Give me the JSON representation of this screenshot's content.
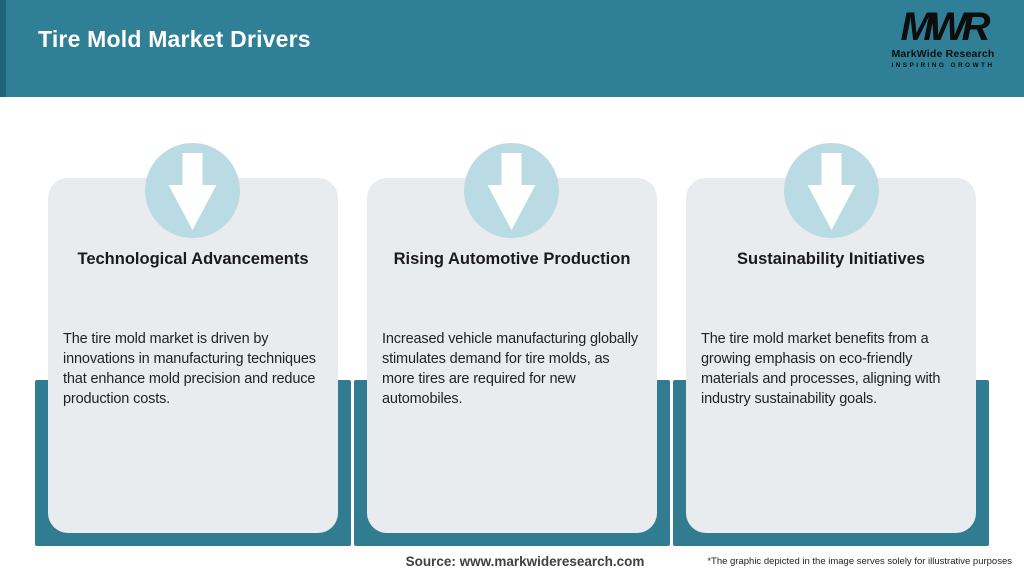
{
  "header": {
    "title": "Tire Mold Market Drivers",
    "logo": {
      "monogram": "MWR",
      "name": "MarkWide Research",
      "tagline": "INSPIRING GROWTH"
    }
  },
  "cards": [
    {
      "title": "Technological Advancements",
      "body": "The tire mold market is driven by innovations in manufacturing techniques that enhance mold precision and reduce production costs.",
      "icon": "down-arrow-icon"
    },
    {
      "title": "Rising Automotive Production",
      "body": "Increased vehicle manufacturing globally stimulates demand for tire molds, as more tires are required for new automobiles.",
      "icon": "down-arrow-icon"
    },
    {
      "title": "Sustainability Initiatives",
      "body": "The tire mold market benefits from a growing emphasis on eco-friendly materials and processes, aligning with industry sustainability goals.",
      "icon": "down-arrow-icon"
    }
  ],
  "footer": {
    "source": "Source: www.markwideresearch.com",
    "disclaimer": "*The graphic depicted in the image serves solely for illustrative purposes"
  },
  "colors": {
    "header_teal": "#2F8096",
    "header_accent": "#1E657B",
    "backing_teal": "#327C91",
    "circle_blue": "#BADAE4",
    "card_gray": "#E9ECEE",
    "title_text": "#FFFFFF"
  }
}
